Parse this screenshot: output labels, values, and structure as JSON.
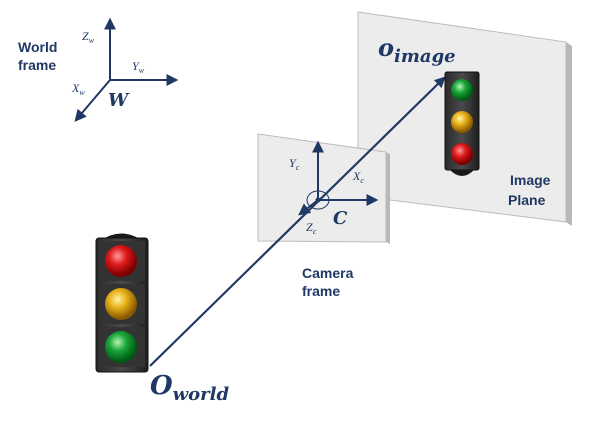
{
  "world_frame": {
    "label_line1": "World",
    "label_line2": "frame",
    "origin_label": "W",
    "z_axis": {
      "main": "Z",
      "sub": "w"
    },
    "y_axis": {
      "main": "Y",
      "sub": "w"
    },
    "x_axis": {
      "main": "X",
      "sub": "w"
    }
  },
  "camera_frame": {
    "label_line1": "Camera",
    "label_line2": "frame",
    "center_label": "C",
    "y_axis": {
      "main": "Y",
      "sub": "c"
    },
    "x_axis": {
      "main": "X",
      "sub": "c"
    },
    "z_axis": {
      "main": "Z",
      "sub": "c"
    }
  },
  "image_plane": {
    "label_line1": "Image",
    "label_line2": "Plane",
    "object_label": {
      "main": "o",
      "sub": "image"
    }
  },
  "world_object": {
    "label": {
      "main": "O",
      "sub": "world"
    }
  },
  "colors": {
    "text": "#1f3864",
    "ray": "#1f3864",
    "light_red": "#e01b1b",
    "light_yellow": "#e8b21a",
    "light_green": "#1aa63a"
  }
}
